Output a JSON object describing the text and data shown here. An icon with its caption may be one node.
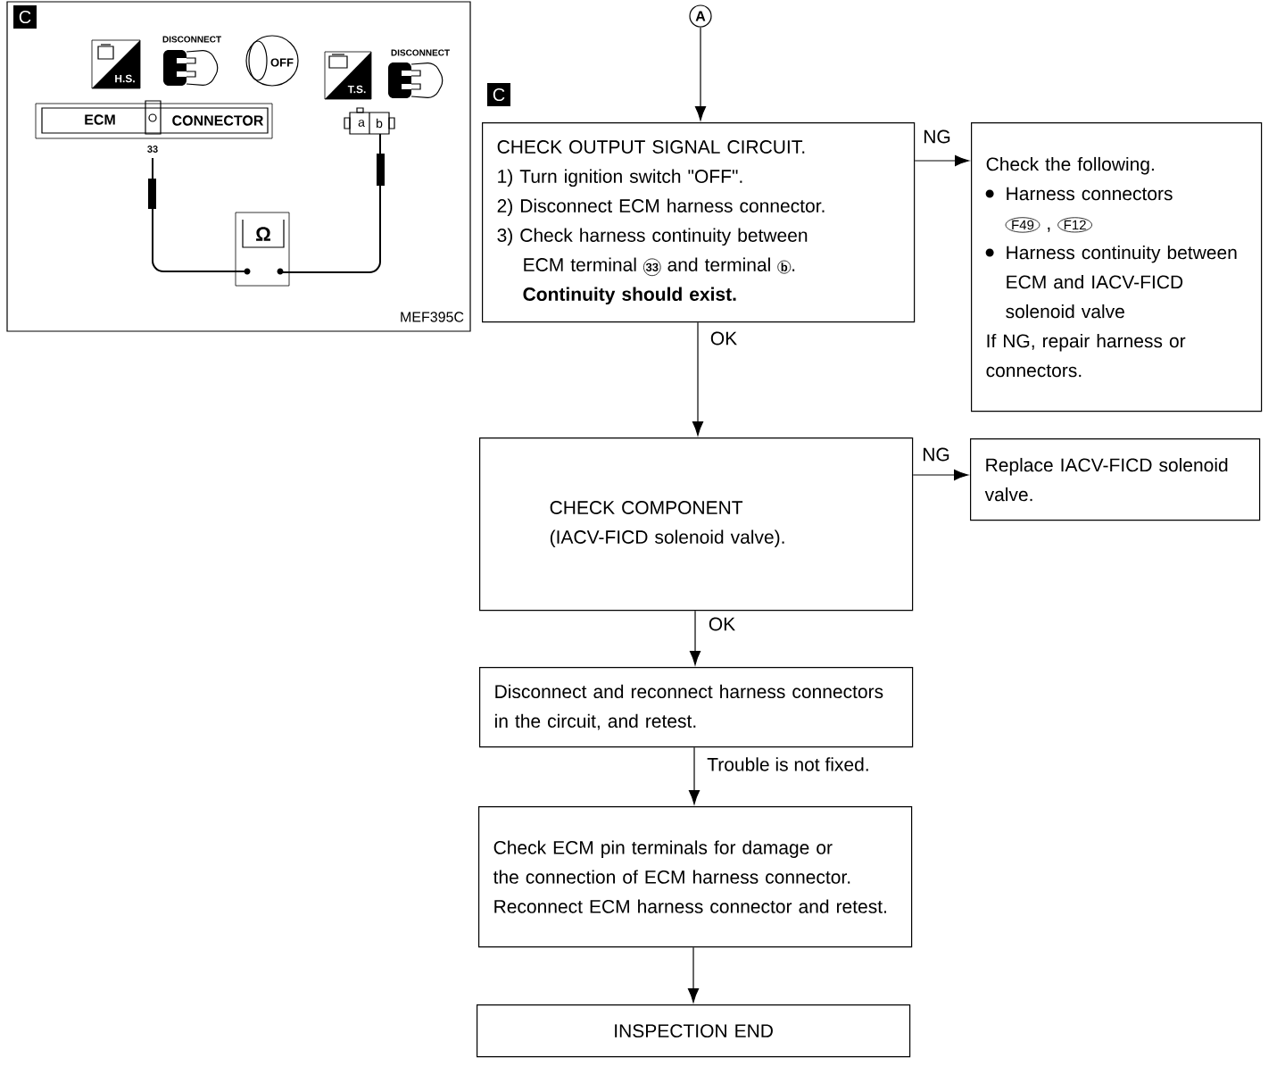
{
  "diagram": {
    "nodes": [
      {
        "text": [
          "A"
        ]
      },
      {
        "text": [
          "CHECK OUTPUT SIGNAL CIRCUIT.",
          "1) Turn ignition switch \"OFF\".",
          "2) Disconnect ECM harness connector.",
          "3) Check harness continuity between ECM terminal",
          "33",
          "and terminal",
          "b",
          ".",
          "Continuity should exist."
        ]
      },
      {
        "text": [
          "Check the following.",
          "Harness connectors",
          "F49",
          ",",
          "F12",
          "Harness continuity between ECM and IACV-FICD solenoid valve",
          "If NG, repair harness or connectors."
        ]
      },
      {
        "text": [
          "CHECK COMPONENT",
          "(IACV-FICD solenoid valve)."
        ]
      },
      {
        "text": [
          "Replace IACV-FICD solenoid valve."
        ]
      },
      {
        "text": [
          "Disconnect and reconnect harness connectors in the circuit, and retest."
        ]
      },
      {
        "text": [
          "Check ECM pin terminals for damage or the connection of ECM harness connector. Reconnect ECM harness connector and retest."
        ]
      },
      {
        "text": [
          "INSPECTION END"
        ]
      }
    ],
    "edges": [
      {
        "from": 0,
        "to": 1,
        "arrow": "to"
      },
      {
        "from": 1,
        "to": 2,
        "arrow": "to",
        "label": "NG"
      },
      {
        "from": 1,
        "to": 3,
        "arrow": "to",
        "label": "OK"
      },
      {
        "from": 3,
        "to": 4,
        "arrow": "to",
        "label": "NG"
      },
      {
        "from": 3,
        "to": 5,
        "arrow": "to",
        "label": "OK"
      },
      {
        "from": 5,
        "to": 6,
        "arrow": "to",
        "label": "Trouble is not fixed."
      },
      {
        "from": 6,
        "to": 7,
        "arrow": "to"
      }
    ],
    "labels": [
      "C",
      "H.S.",
      "DISCONNECT",
      "OFF",
      "T.S.",
      "DISCONNECT",
      "ECM",
      "CONNECTOR",
      "a",
      "b",
      "33",
      "Ω",
      "MEF395C",
      "C"
    ]
  }
}
